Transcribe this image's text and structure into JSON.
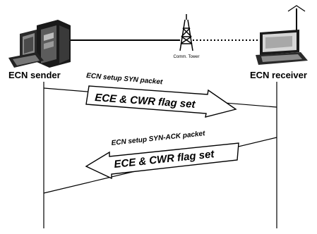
{
  "nodes": {
    "sender": "ECN sender",
    "receiver": "ECN receiver",
    "tower": "Comm. Tower"
  },
  "messages": [
    {
      "packet": "ECN setup SYN packet",
      "flags": "ECE & CWR flag set",
      "direction": "sender-to-receiver"
    },
    {
      "packet": "ECN setup SYN-ACK packet",
      "flags": "ECE & CWR  flag set",
      "direction": "receiver-to-sender"
    }
  ]
}
